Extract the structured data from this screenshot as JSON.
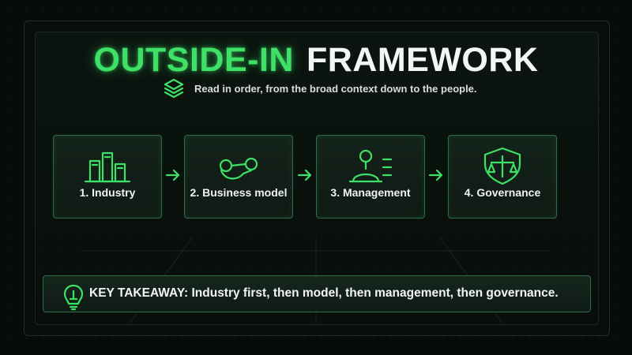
{
  "title": {
    "accent": "OUTSIDE-IN",
    "main": "FRAMEWORK"
  },
  "subtitle": "Read in order, from the broad context down to the people.",
  "steps": [
    {
      "label": "1. Industry",
      "icon": "bar-chart-icon"
    },
    {
      "label": "2. Business model",
      "icon": "business-model-icon"
    },
    {
      "label": "3. Management",
      "icon": "person-list-icon"
    },
    {
      "label": "4. Governance",
      "icon": "shield-scales-icon"
    }
  ],
  "takeaway": "KEY TAKEAWAY: Industry first, then model, then management, then governance.",
  "colors": {
    "accent": "#3ee066",
    "background": "#070b09",
    "box_border": "#2f6d46",
    "text": "#f4f6f5"
  }
}
